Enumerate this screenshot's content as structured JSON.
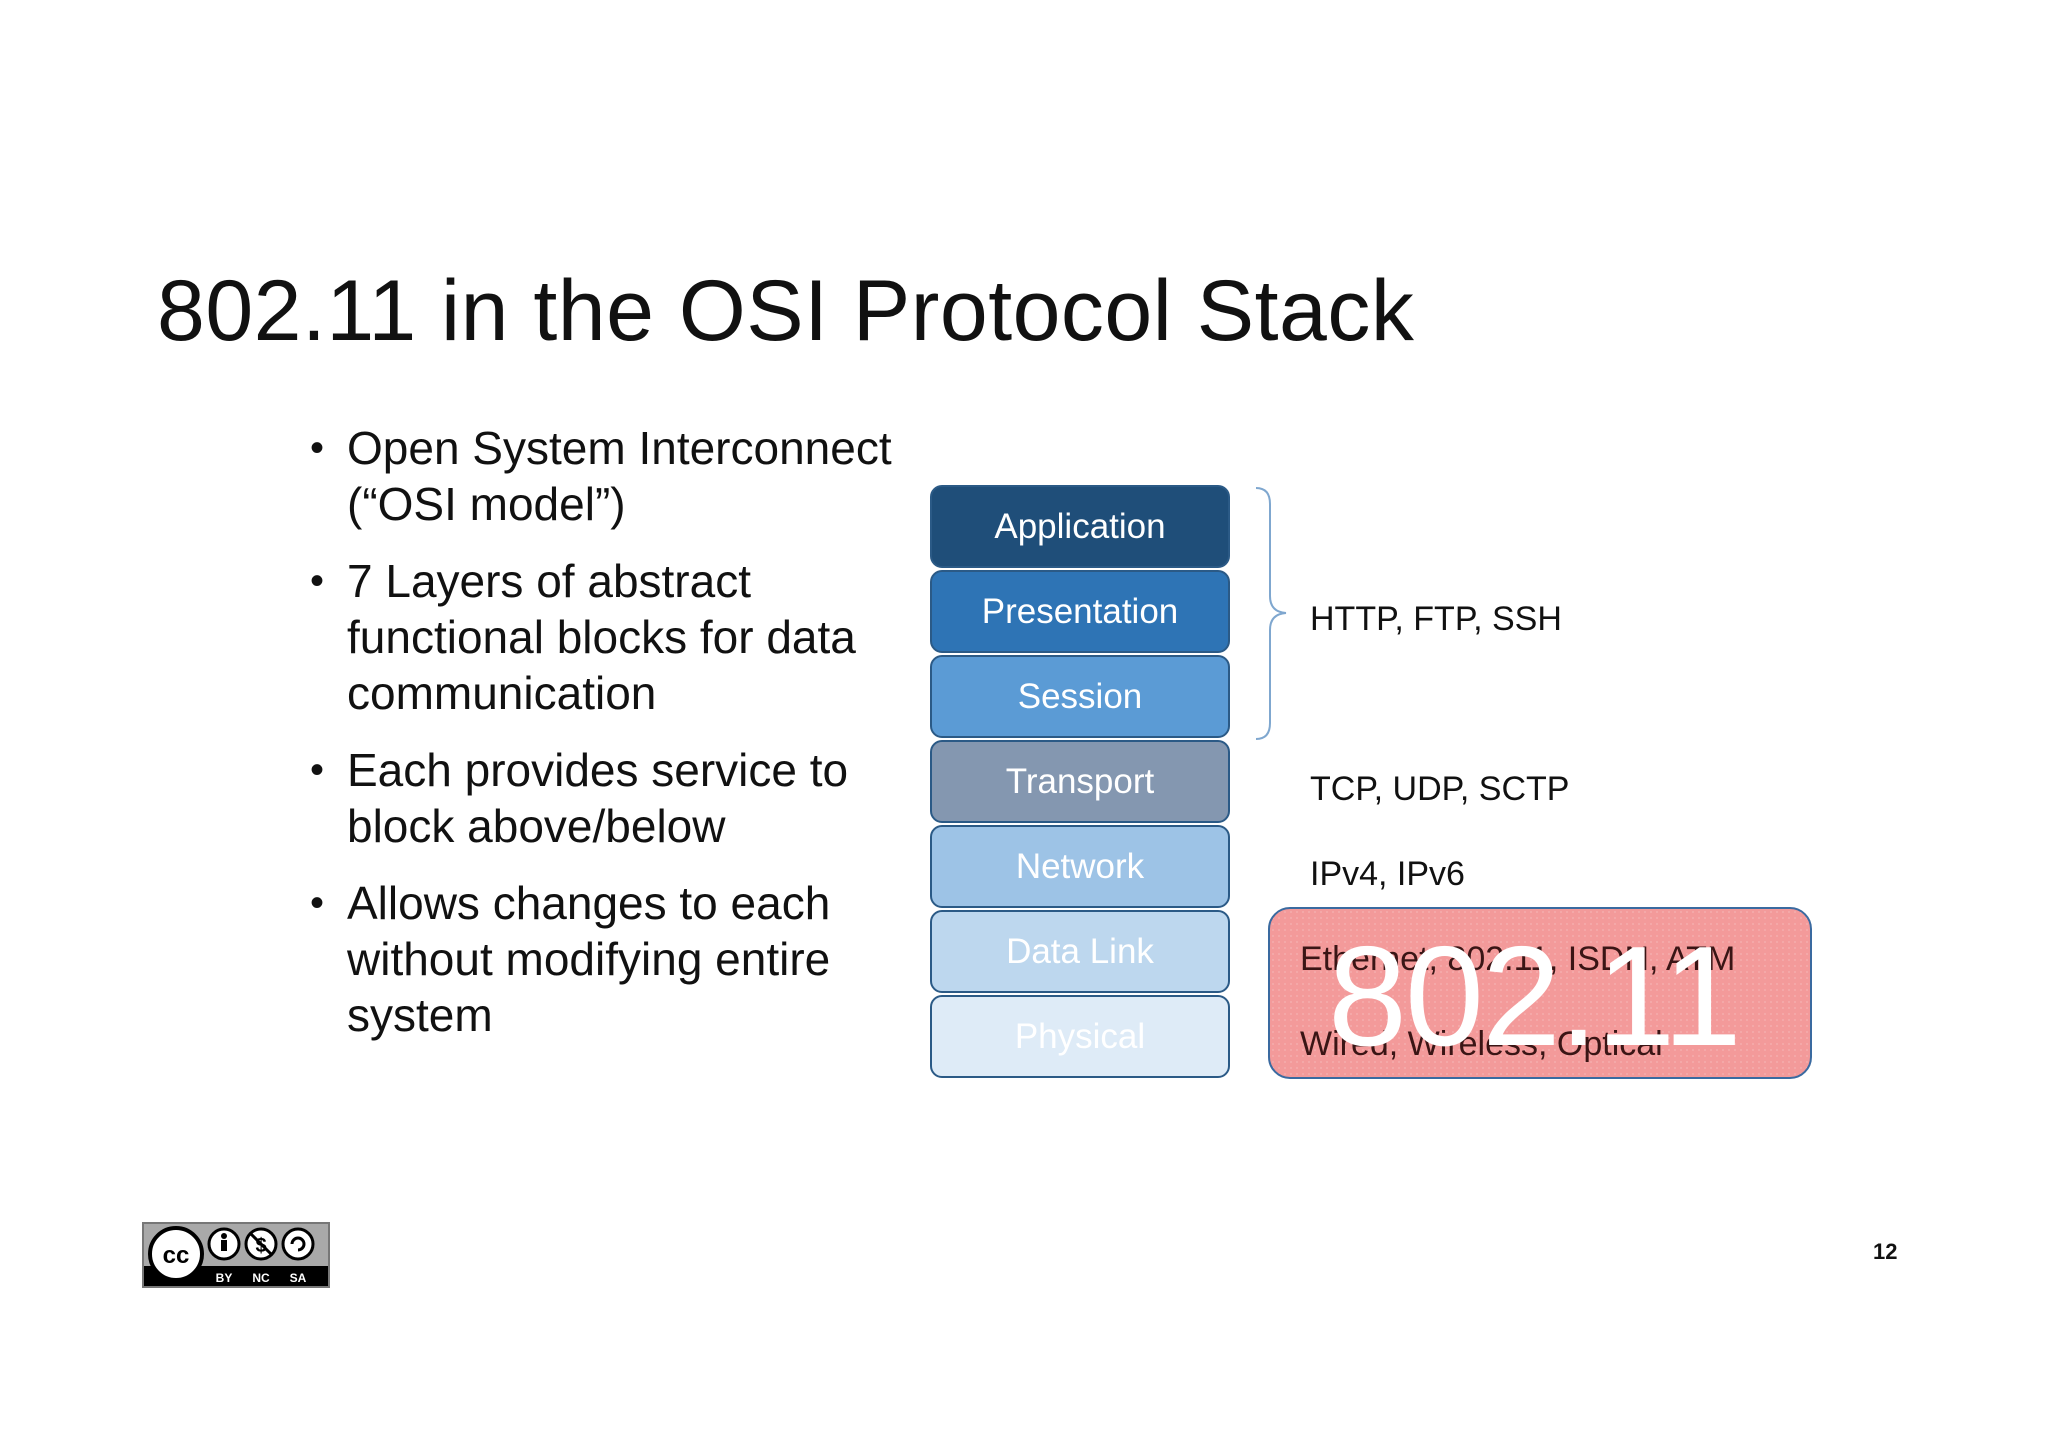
{
  "title": "802.11 in the OSI Protocol Stack",
  "bullets": [
    "Open System Interconnect (“OSI model”)",
    "7 Layers of abstract functional blocks for data communication",
    "Each provides service to block above/below",
    "Allows changes to each without modifying entire system"
  ],
  "layers": [
    {
      "name": "Application",
      "color": "#1f4e79",
      "text_color": "#ffffff"
    },
    {
      "name": "Presentation",
      "color": "#2e74b5",
      "text_color": "#ffffff"
    },
    {
      "name": "Session",
      "color": "#5b9bd5",
      "text_color": "#ffffff"
    },
    {
      "name": "Transport",
      "color": "#8497b0",
      "text_color": "#ffffff"
    },
    {
      "name": "Network",
      "color": "#9dc3e6",
      "text_color": "#ffffff"
    },
    {
      "name": "Data Link",
      "color": "#bdd7ee",
      "text_color": "#ffffff"
    },
    {
      "name": "Physical",
      "color": "#deebf7",
      "text_color": "#ffffff"
    }
  ],
  "annotations": {
    "upper": "HTTP, FTP, SSH",
    "transport": "TCP, UDP, SCTP",
    "network": "IPv4, IPv6",
    "datalink": "Ethernet, 802.11, ISDN, ATM",
    "physical": "Wired, Wireless, Optical"
  },
  "highlight": {
    "label": "802.11",
    "color": "#f39a9a"
  },
  "license_badge": {
    "icon": "creative-commons-by-nc-sa-icon",
    "text": [
      "BY",
      "NC",
      "SA"
    ]
  },
  "page_number": "12"
}
